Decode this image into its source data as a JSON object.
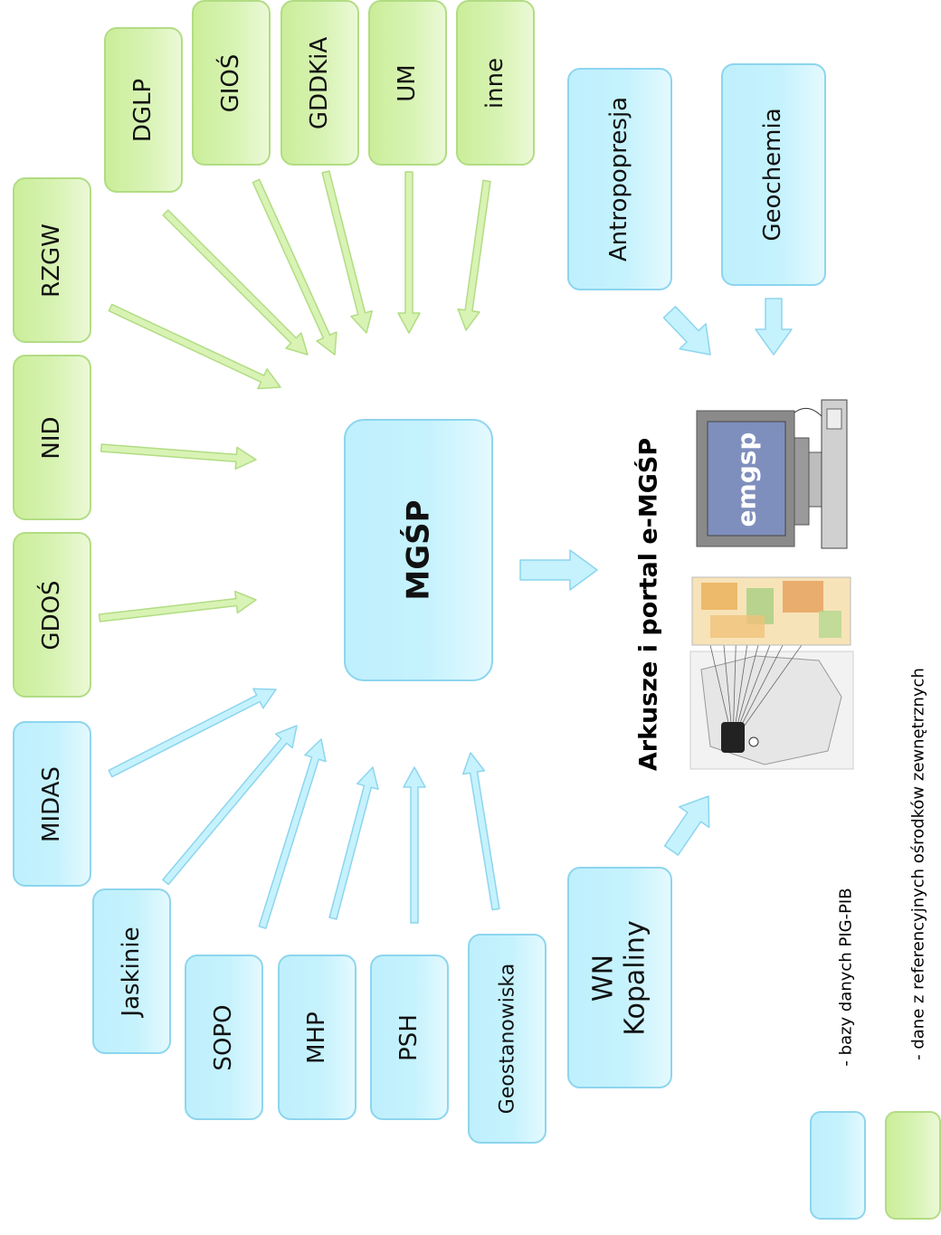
{
  "center": {
    "label": "MGŚP"
  },
  "green_sources": [
    "DGLP",
    "GIOŚ",
    "GDDKiA",
    "UM",
    "inne",
    "RZGW",
    "NID",
    "GDOŚ"
  ],
  "blue_sources": [
    "MIDAS",
    "Jaskinie",
    "SOPO",
    "MHP",
    "PSH",
    "Geostanowiska"
  ],
  "nodes": {
    "dglp": "DGLP",
    "gios": "GIOŚ",
    "gddkia": "GDDKiA",
    "um": "UM",
    "inne": "inne",
    "rzgw": "RZGW",
    "nid": "NID",
    "gdos": "GDOŚ",
    "midas": "MIDAS",
    "jaskinie": "Jaskinie",
    "sopo": "SOPO",
    "mhp": "MHP",
    "psh": "PSH",
    "geostanowiska": "Geostanowiska",
    "wn_kopaliny_line1": "WN",
    "wn_kopaliny_line2": "Kopaliny",
    "antropopresja": "Antropopresja",
    "geochemia": "Geochemia"
  },
  "output": {
    "title": "Arkusze  i portal e-MGŚP",
    "screen_text": "emgsp"
  },
  "legend": {
    "blue_label": "- bazy danych PIG-PIB",
    "green_label": "- dane z referencyjnych ośrodków  zewnętrznych"
  },
  "colors": {
    "blue_fill": "#c5f2fd",
    "blue_border": "#8dd5ee",
    "green_fill": "#d8f3b4",
    "green_border": "#b2dc84"
  }
}
